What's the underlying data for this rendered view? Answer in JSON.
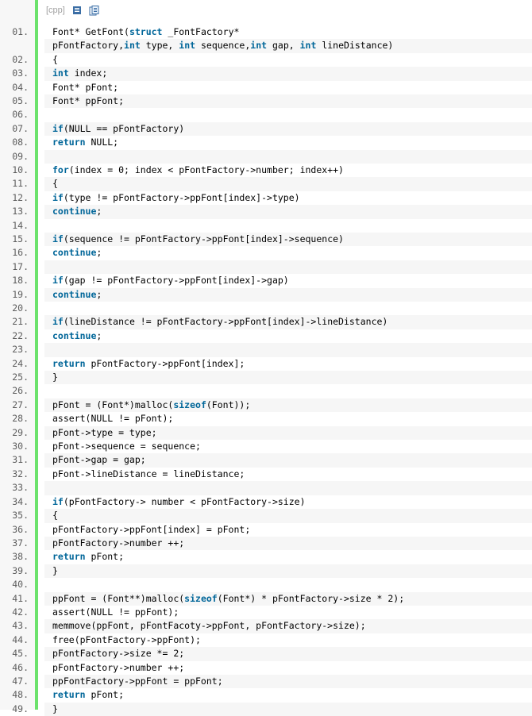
{
  "toolbar": {
    "language": "[cpp]",
    "icons": [
      "view-source-icon",
      "copy-icon"
    ]
  },
  "colors": {
    "keyword": "#006699",
    "gutter_accent": "#6ce26c",
    "alt_row": "#f6f6f6",
    "line_number": "#5c5c5c"
  },
  "lines": [
    {
      "n": "01.",
      "t": "Font* GetFont(struct _FontFactory*"
    },
    {
      "n": "",
      "t": "pFontFactory,int type, int sequence,int gap, int lineDistance)"
    },
    {
      "n": "02.",
      "t": "{"
    },
    {
      "n": "03.",
      "t": "int index;"
    },
    {
      "n": "04.",
      "t": "Font* pFont;"
    },
    {
      "n": "05.",
      "t": "Font* ppFont;"
    },
    {
      "n": "06.",
      "t": ""
    },
    {
      "n": "07.",
      "t": "if(NULL == pFontFactory)"
    },
    {
      "n": "08.",
      "t": "return NULL;"
    },
    {
      "n": "09.",
      "t": ""
    },
    {
      "n": "10.",
      "t": "for(index = 0; index < pFontFactory->number; index++)"
    },
    {
      "n": "11.",
      "t": "{"
    },
    {
      "n": "12.",
      "t": "if(type != pFontFactory->ppFont[index]->type)"
    },
    {
      "n": "13.",
      "t": "continue;"
    },
    {
      "n": "14.",
      "t": ""
    },
    {
      "n": "15.",
      "t": "if(sequence != pFontFactory->ppFont[index]->sequence)"
    },
    {
      "n": "16.",
      "t": "continue;"
    },
    {
      "n": "17.",
      "t": ""
    },
    {
      "n": "18.",
      "t": "if(gap != pFontFactory->ppFont[index]->gap)"
    },
    {
      "n": "19.",
      "t": "continue;"
    },
    {
      "n": "20.",
      "t": ""
    },
    {
      "n": "21.",
      "t": "if(lineDistance != pFontFactory->ppFont[index]->lineDistance)"
    },
    {
      "n": "22.",
      "t": "continue;"
    },
    {
      "n": "23.",
      "t": ""
    },
    {
      "n": "24.",
      "t": "return pFontFactory->ppFont[index];"
    },
    {
      "n": "25.",
      "t": "}"
    },
    {
      "n": "26.",
      "t": ""
    },
    {
      "n": "27.",
      "t": "pFont = (Font*)malloc(sizeof(Font));"
    },
    {
      "n": "28.",
      "t": "assert(NULL != pFont);"
    },
    {
      "n": "29.",
      "t": "pFont->type = type;"
    },
    {
      "n": "30.",
      "t": "pFont->sequence = sequence;"
    },
    {
      "n": "31.",
      "t": "pFont->gap = gap;"
    },
    {
      "n": "32.",
      "t": "pFont->lineDistance = lineDistance;"
    },
    {
      "n": "33.",
      "t": ""
    },
    {
      "n": "34.",
      "t": "if(pFontFactory-> number < pFontFactory->size)"
    },
    {
      "n": "35.",
      "t": "{"
    },
    {
      "n": "36.",
      "t": "pFontFactory->ppFont[index] = pFont;"
    },
    {
      "n": "37.",
      "t": "pFontFactory->number ++;"
    },
    {
      "n": "38.",
      "t": "return pFont;"
    },
    {
      "n": "39.",
      "t": "}"
    },
    {
      "n": "40.",
      "t": ""
    },
    {
      "n": "41.",
      "t": "ppFont = (Font**)malloc(sizeof(Font*) * pFontFactory->size * 2);"
    },
    {
      "n": "42.",
      "t": "assert(NULL != ppFont);"
    },
    {
      "n": "43.",
      "t": "memmove(ppFont, pFontFacoty->ppFont, pFontFactory->size);"
    },
    {
      "n": "44.",
      "t": "free(pFontFactory->ppFont);"
    },
    {
      "n": "45.",
      "t": "pFontFactory->size *= 2;"
    },
    {
      "n": "46.",
      "t": "pFontFactory->number ++;"
    },
    {
      "n": "47.",
      "t": "ppFontFactory->ppFont = ppFont;"
    },
    {
      "n": "48.",
      "t": "return pFont;"
    },
    {
      "n": "49.",
      "t": "}"
    }
  ]
}
